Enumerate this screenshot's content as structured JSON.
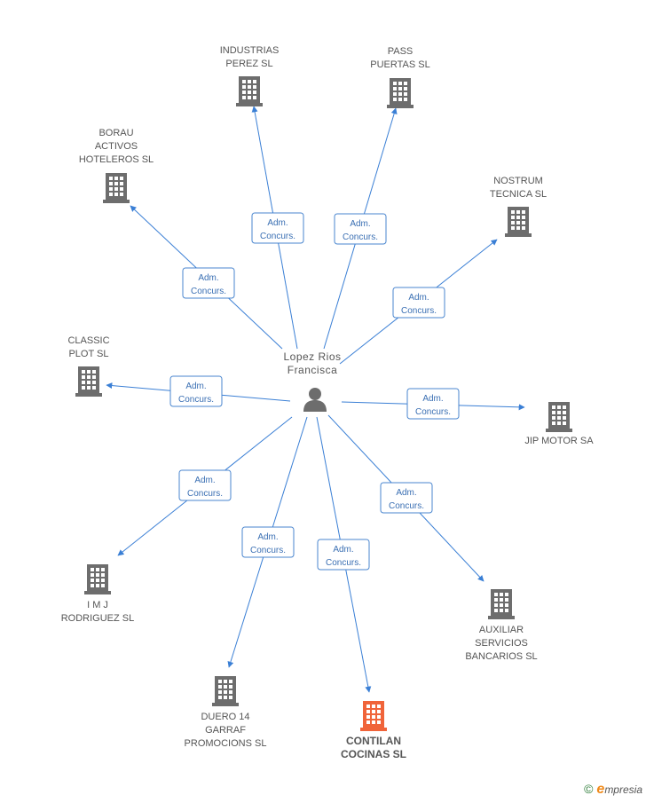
{
  "center": {
    "name_lines": [
      "Lopez Rios",
      "Francisca"
    ],
    "icon": "person-icon"
  },
  "relation_label_lines": [
    "Adm.",
    "Concurs."
  ],
  "companies": [
    {
      "id": "industrias-perez",
      "lines": [
        "INDUSTRIAS",
        "PEREZ SL"
      ],
      "highlight": false
    },
    {
      "id": "pass-puertas",
      "lines": [
        "PASS",
        "PUERTAS SL"
      ],
      "highlight": false
    },
    {
      "id": "borau-activos",
      "lines": [
        "BORAU",
        "ACTIVOS",
        "HOTELEROS  SL"
      ],
      "highlight": false
    },
    {
      "id": "nostrum-tecnica",
      "lines": [
        "NOSTRUM",
        "TECNICA SL"
      ],
      "highlight": false
    },
    {
      "id": "classic-plot",
      "lines": [
        "CLASSIC",
        "PLOT SL"
      ],
      "highlight": false
    },
    {
      "id": "jip-motor",
      "lines": [
        "JIP MOTOR SA"
      ],
      "highlight": false
    },
    {
      "id": "imj-rodriguez",
      "lines": [
        "I M J",
        "RODRIGUEZ SL"
      ],
      "highlight": false
    },
    {
      "id": "auxiliar-servicios",
      "lines": [
        "AUXILIAR",
        "SERVICIOS",
        "BANCARIOS SL"
      ],
      "highlight": false
    },
    {
      "id": "duero14",
      "lines": [
        "DUERO 14",
        "GARRAF",
        "PROMOCIONS SL"
      ],
      "highlight": false
    },
    {
      "id": "contilan-cocinas",
      "lines": [
        "CONTILAN",
        "COCINAS SL"
      ],
      "highlight": true
    }
  ],
  "colors": {
    "edge": "#3a7fd5",
    "building": "#6d6d6d",
    "building_highlight": "#f0643a",
    "label_border": "#4a86cf"
  },
  "footer": {
    "copyright": "©",
    "brand_first": "e",
    "brand_rest": "mpresia"
  }
}
